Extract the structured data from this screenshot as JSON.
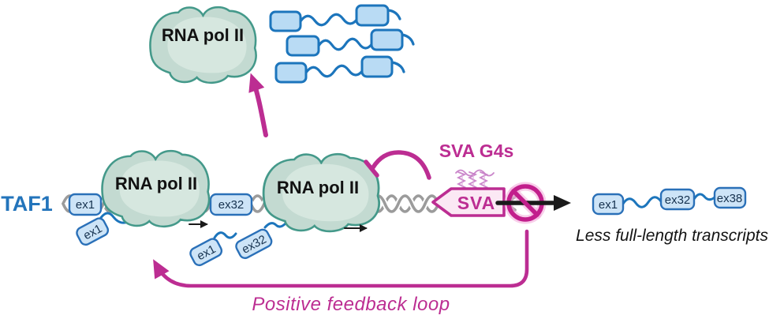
{
  "diagram": {
    "gene_label": "TAF1",
    "polymerase_label": "RNA pol II",
    "sva_g4s_label": "SVA G4s",
    "sva_label": "SVA",
    "exon1_label": "ex1",
    "exon32_label": "ex32",
    "exon38_label": "ex38",
    "less_transcripts_caption": "Less full-length transcripts",
    "feedback_caption": "Positive feedback loop"
  },
  "icons": {
    "prohibition": "circle-with-slash (blocked)",
    "g_quadruplex": "G4 squiggle tangle",
    "dna_helix": "gray double-helix strand",
    "inhibition_arrow": "magenta T-bar arc",
    "feedback_arrow": "magenta curved loop arrow",
    "transcription_arrow": "small black right arrow",
    "mrna_transcript": "exon boxes joined by wavy RNA line"
  },
  "colors": {
    "accent_magenta": "#bc2d92",
    "magenta_glow": "#f2a6d8",
    "taf1_blue": "#2374bb",
    "rna_line_blue": "#1c75bc",
    "exon_fill": "#cde4f7",
    "exon_stroke": "#2a70b8",
    "exon_text": "#16324f",
    "mrna_box_fill": "#b9dbf4",
    "polymerase_fill": "#c3dad1",
    "polymerase_highlight": "#d6e7df",
    "polymerase_stroke": "#44998a",
    "dna_gray": "#9b9b9b",
    "sva_fill": "#fbe8f4",
    "g4_purple": "#c77fc7",
    "black": "#1a1a1a",
    "background": "#ffffff"
  }
}
